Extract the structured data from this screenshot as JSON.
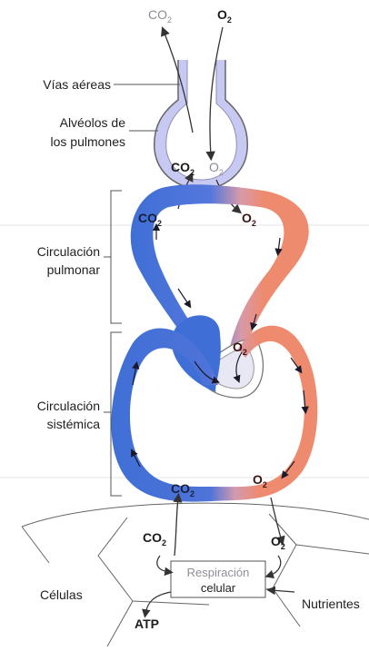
{
  "diagram": {
    "airway_top": {
      "co2": "CO",
      "co2_sub": "2",
      "o2": "O",
      "o2_sub": "2"
    },
    "labels": {
      "airways": "Vías aéreas",
      "alveoli_line1": "Alvéolos de",
      "alveoli_line2": "los pulmones",
      "pulmonary_line1": "Circulación",
      "pulmonary_line2": "pulmonar",
      "systemic_line1": "Circulación",
      "systemic_line2": "sistémica",
      "cells": "Células",
      "nutrients": "Nutrientes",
      "atp": "ATP",
      "respiration_line1": "Respiración",
      "respiration_line2": "celular"
    },
    "gases": {
      "alveolus_co2": "CO",
      "alveolus_o2": "O",
      "pulmonary_co2": "CO",
      "pulmonary_o2": "O",
      "heart_o2": "O",
      "systemic_co2": "CO",
      "systemic_o2": "O",
      "cell_co2": "CO",
      "cell_o2": "O",
      "sub": "2"
    },
    "colors": {
      "deoxygenated": "#3f6fd6",
      "oxygenated": "#ee8a6e",
      "alveolus": "#c7c9f2",
      "outline": "#555555"
    }
  }
}
